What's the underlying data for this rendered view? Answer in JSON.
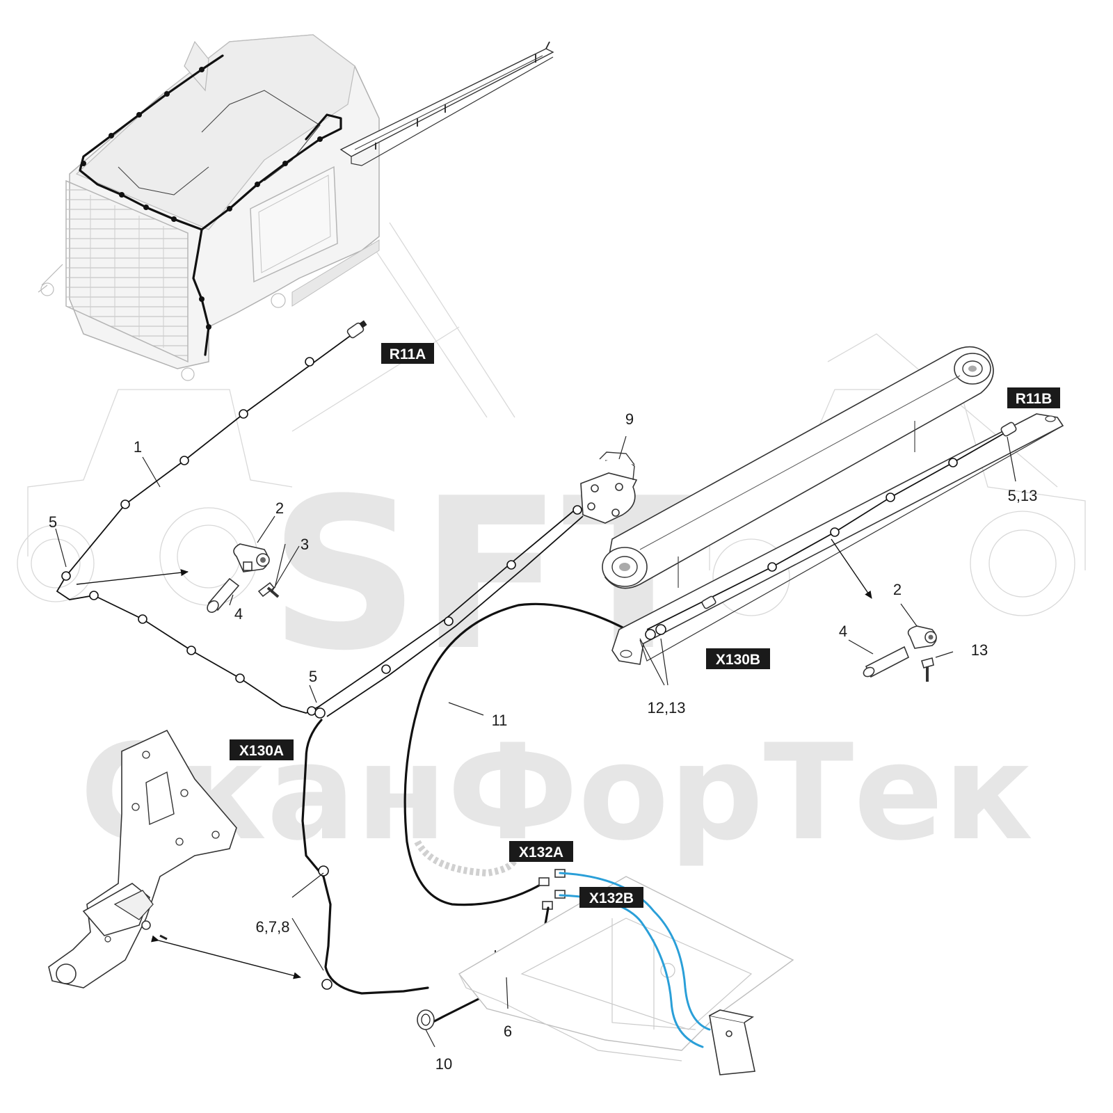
{
  "watermark": {
    "logo_text": "SFT",
    "company_text": "СканФорТек"
  },
  "tags": {
    "r11a": "R11A",
    "r11b": "R11B",
    "x130a": "X130A",
    "x130b": "X130B",
    "x132a": "X132A",
    "x132b": "X132B"
  },
  "callouts": {
    "c1": "1",
    "c2_left": "2",
    "c3": "3",
    "c4_left": "4",
    "c5_left": "5",
    "c5_mid": "5",
    "c9": "9",
    "c5_13": "5,13",
    "c2_right": "2",
    "c4_right": "4",
    "c13": "13",
    "c12_13": "12,13",
    "c11": "11",
    "c6_7_8": "6,7,8",
    "c6": "6",
    "c10": "10"
  },
  "colors": {
    "tag_background": "#1a1a1a",
    "blue_hose": "#2a9fd8",
    "watermark": "#e6e6e6"
  }
}
